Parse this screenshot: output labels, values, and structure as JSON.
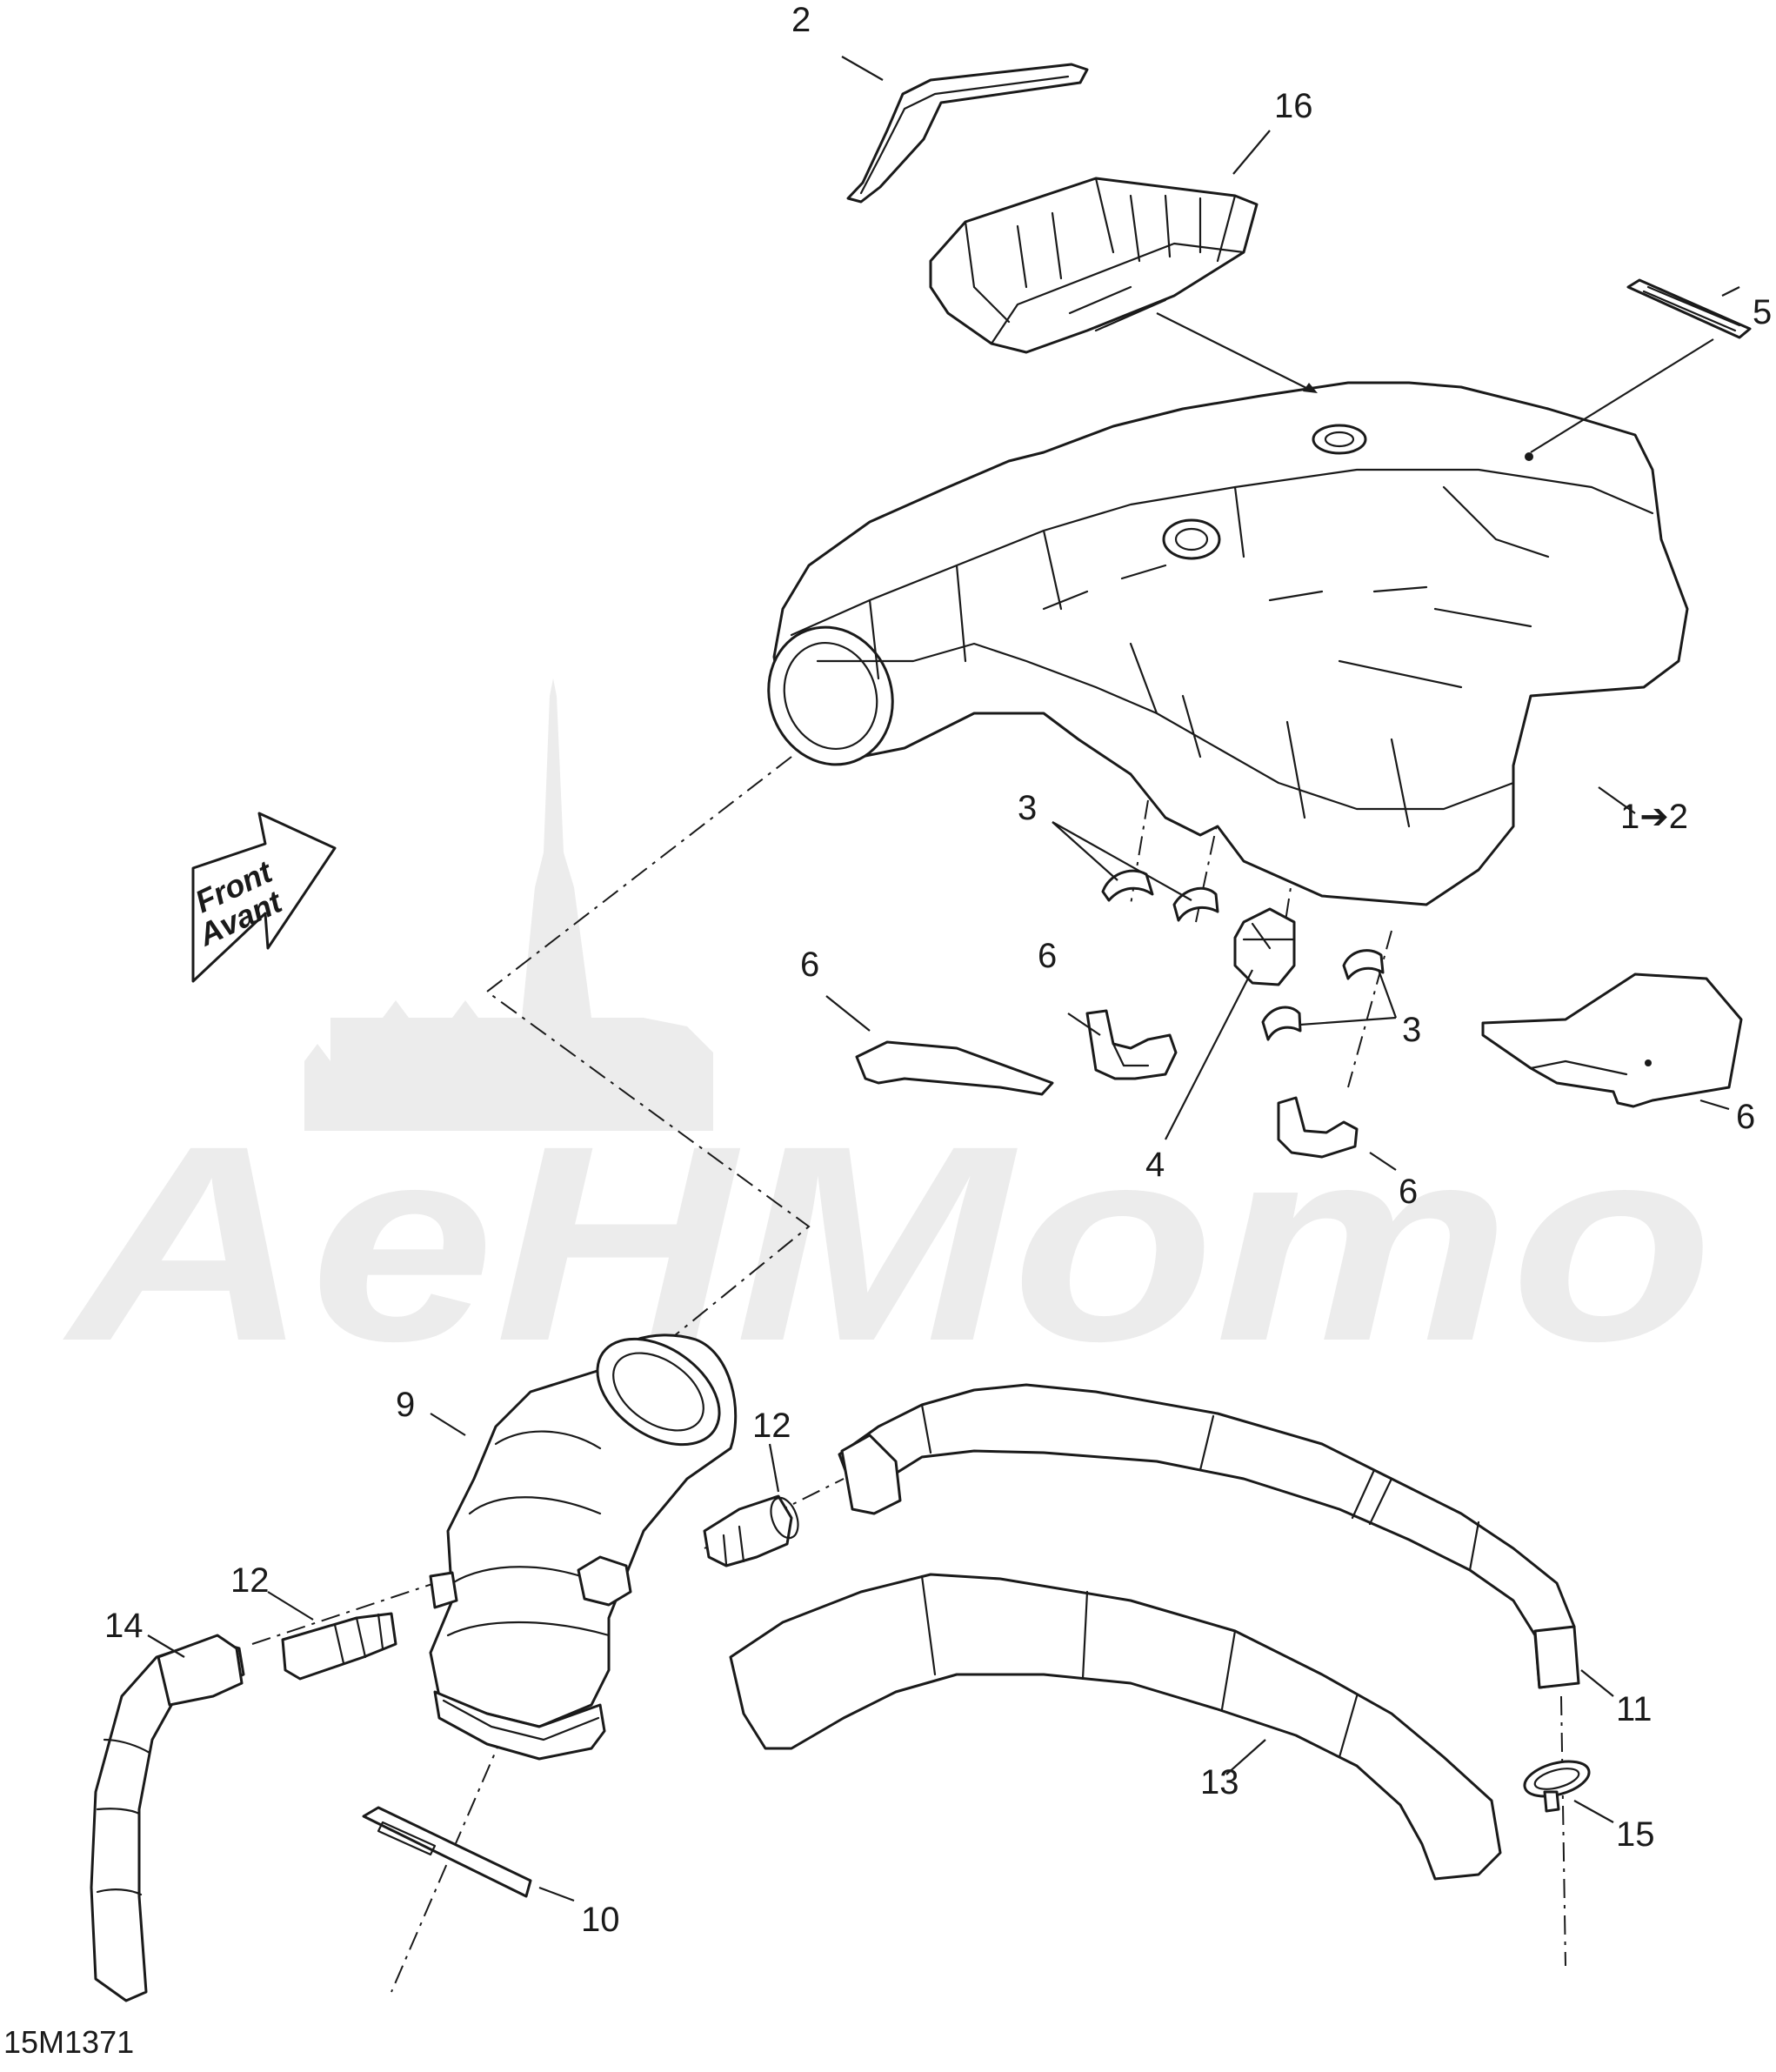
{
  "diagram": {
    "reference_code": "15M1371",
    "front_arrow": {
      "line1": "Front",
      "line2": "Avant"
    },
    "watermark": {
      "text": "AeHMomo"
    },
    "callouts": {
      "c1": "2",
      "c2": "16",
      "c3": "5",
      "c4": "1➔2",
      "c5": "3",
      "c6": "6",
      "c7": "6",
      "c8": "3",
      "c9": "6",
      "c10": "4",
      "c11": "6",
      "c12": "9",
      "c13": "12",
      "c14": "12",
      "c15": "14",
      "c16": "11",
      "c17": "13",
      "c18": "15",
      "c19": "10"
    }
  }
}
